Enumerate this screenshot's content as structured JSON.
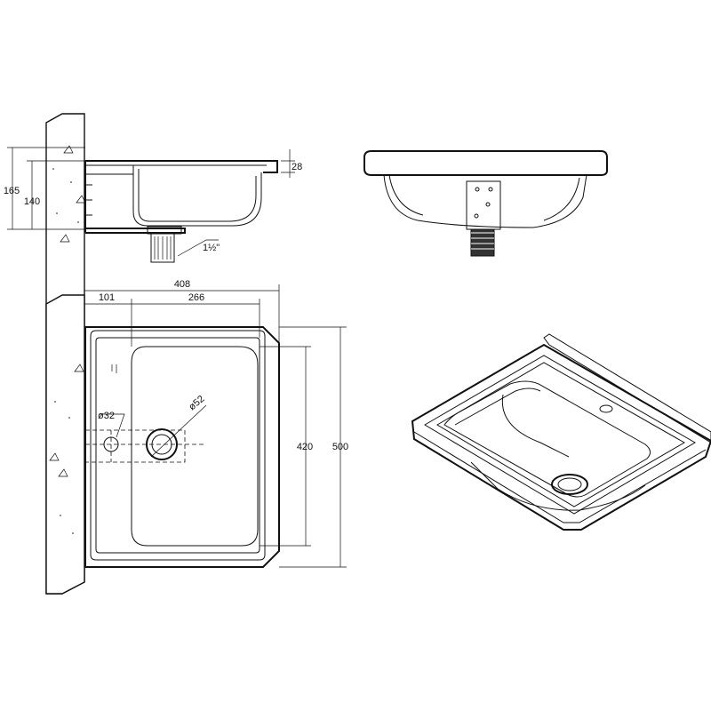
{
  "dimensions": {
    "side_height_total": "165",
    "side_height_bowl": "140",
    "rim_thickness": "28",
    "drain_thread": "1½\"",
    "overall_width": "408",
    "wall_offset": "101",
    "bowl_width": "266",
    "bowl_length": "420",
    "overall_length": "500",
    "tap_hole_diameter": "ø32",
    "drain_hole_diameter": "ø52"
  },
  "colors": {
    "line": "#111111",
    "background": "#ffffff"
  },
  "views": [
    "side-section-view",
    "front-view",
    "top-plan-view",
    "isometric-view"
  ]
}
